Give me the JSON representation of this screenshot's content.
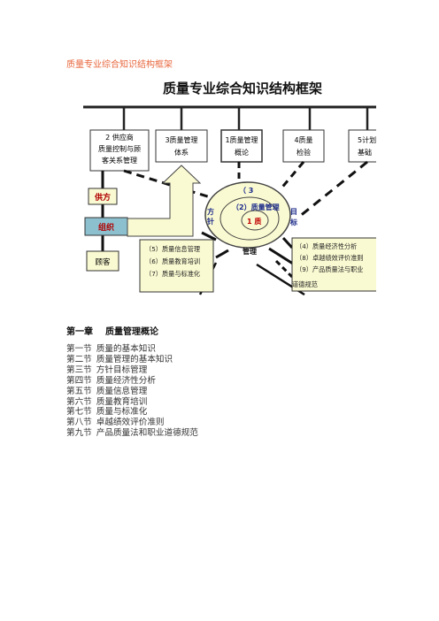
{
  "page_title": "质量专业综合知识结构框架",
  "figure": {
    "heading": "质量专业综合知识结构框架",
    "top_boxes": [
      {
        "line1": "2 供应商",
        "line2": "质量控制与顾",
        "line3": "客关系管理"
      },
      {
        "line1": "3质量管理",
        "line2": "体系"
      },
      {
        "line1": "1质量管理",
        "line2": "概论"
      },
      {
        "line1": "4质量",
        "line2": "检验"
      },
      {
        "line1": "5计划",
        "line2": "基础"
      }
    ],
    "left_chain": [
      "供方",
      "组织",
      "顾客"
    ],
    "center": {
      "top": "（ 3",
      "mid": "（2）质量管理",
      "core": "1 质",
      "left_a": "方",
      "left_b": "针",
      "right_a": "目",
      "right_b": "标",
      "bottom": "管理"
    },
    "left_list": [
      "（5）质量信息管理",
      "（6）质量教育培训",
      "（7）质量与标准化"
    ],
    "right_list": [
      "（4）质量经济性分析",
      "（8）卓越绩效评价准则",
      "（9）产品质量法与职业",
      "道德规范"
    ]
  },
  "chapter": {
    "label": "第一章",
    "title": "质量管理概论"
  },
  "sections": [
    {
      "num": "第一节",
      "title": "质量的基本知识"
    },
    {
      "num": "第二节",
      "title": "质量管理的基本知识"
    },
    {
      "num": "第三节",
      "title": "方针目标管理"
    },
    {
      "num": "第四节",
      "title": "质量经济性分析"
    },
    {
      "num": "第五节",
      "title": "质量信息管理"
    },
    {
      "num": "第六节",
      "title": "质量教育培训"
    },
    {
      "num": "第七节",
      "title": "质量与标准化"
    },
    {
      "num": "第八节",
      "title": "卓越绩效评价准则"
    },
    {
      "num": "第九节",
      "title": "产品质量法和职业道德规范"
    }
  ]
}
